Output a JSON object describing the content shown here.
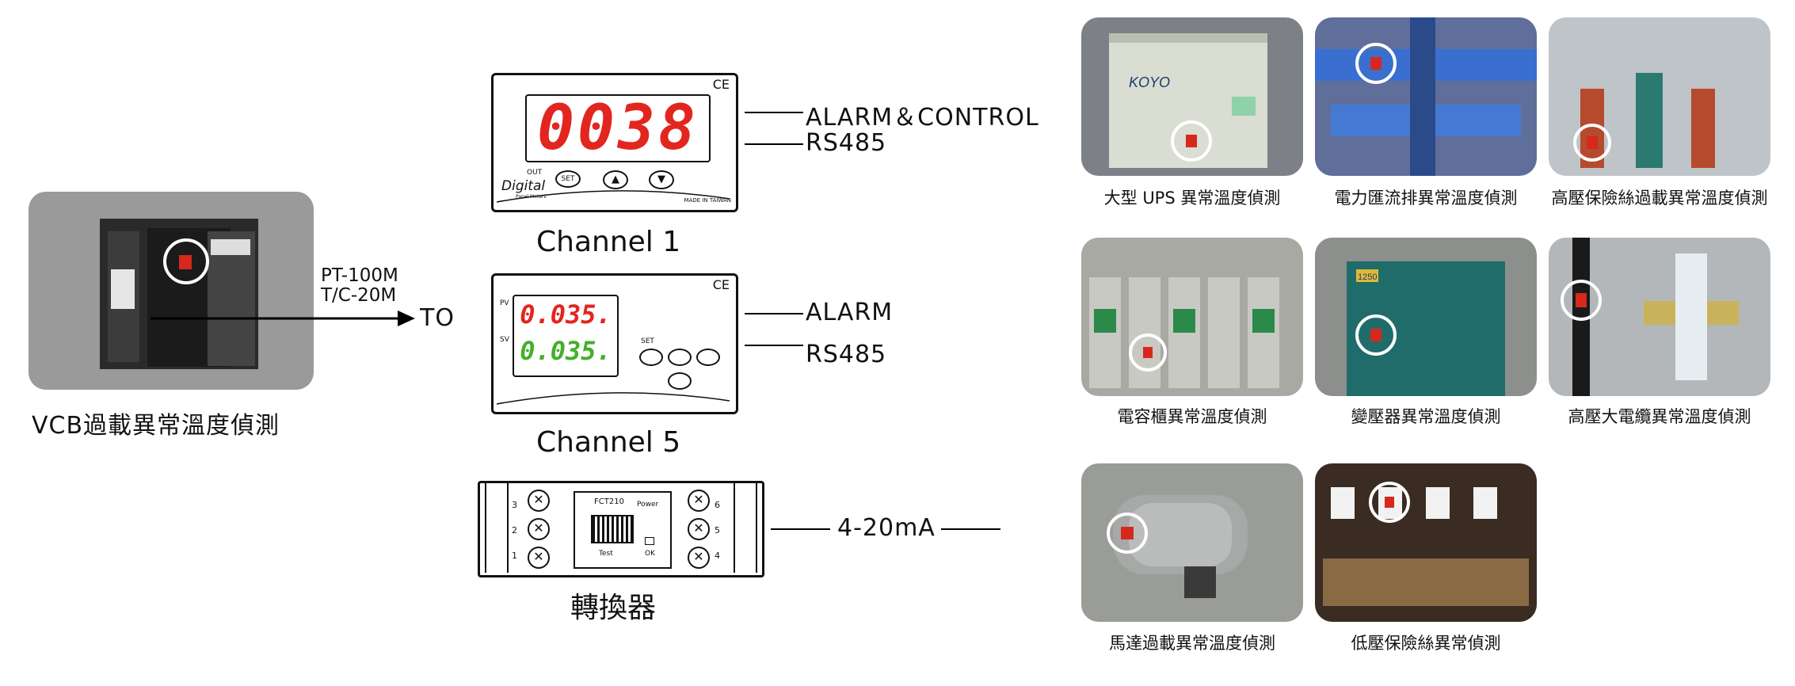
{
  "vcb": {
    "caption": "VCB過載異常溫度偵測"
  },
  "arrow": {
    "sensor1": "PT-100M",
    "sensor2": "T/C-20M",
    "to": "TO"
  },
  "channel1": {
    "display": "0038",
    "out_label": "OUT",
    "set_label": "SET",
    "brand": "Digital",
    "brand_sub": "Panel Meters",
    "made_in": "MADE IN TAIWAN",
    "ce": "CE",
    "title": "Channel 1",
    "line1": "ALARM＆CONTROL",
    "line2": "RS485"
  },
  "channel5": {
    "pv_label": "PV",
    "sv_label": "SV",
    "pv_value": "0.035.",
    "sv_value": "0.035.",
    "set_label": "SET",
    "ce": "CE",
    "title": "Channel 5",
    "line1": "ALARM",
    "line2": "RS485"
  },
  "converter": {
    "model": "FCT210",
    "power_label": "Power",
    "test_label": "Test",
    "ok_label": "OK",
    "left_terminals": [
      "3",
      "2",
      "1"
    ],
    "right_terminals": [
      "6",
      "5",
      "4"
    ],
    "title": "轉換器",
    "output": "4-20mA"
  },
  "photos": [
    {
      "caption": "大型 UPS 異常溫度偵測",
      "tag": "KOYO"
    },
    {
      "caption": "電力匯流排異常溫度偵測"
    },
    {
      "caption": "高壓保險絲過載異常溫度偵測"
    },
    {
      "caption": "電容櫃異常溫度偵測"
    },
    {
      "caption": "變壓器異常溫度偵測",
      "tag": "1250"
    },
    {
      "caption": "高壓大電纜異常溫度偵測"
    },
    {
      "caption": "馬達過載異常溫度偵測"
    },
    {
      "caption": "低壓保險絲異常偵測"
    }
  ]
}
